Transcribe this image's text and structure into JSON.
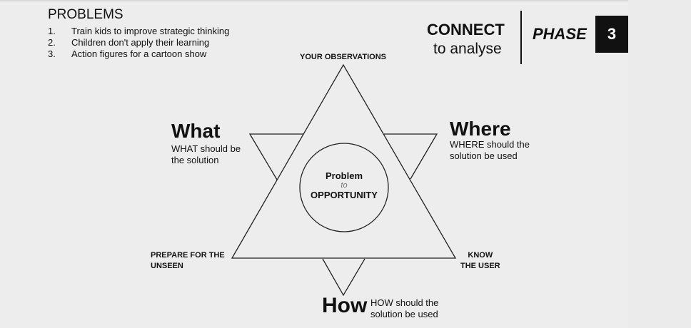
{
  "problems": {
    "title": "PROBLEMS",
    "items": [
      {
        "num": "1.",
        "text": "Train kids to improve strategic thinking"
      },
      {
        "num": "2.",
        "text": "Children don't apply their learning"
      },
      {
        "num": "3.",
        "text": "Action figures  for a cartoon show"
      }
    ]
  },
  "header": {
    "connect": "CONNECT",
    "analyse": "to analyse",
    "phase": "PHASE",
    "phase_number": "3"
  },
  "diagram": {
    "top_label": "YOUR OBSERVATIONS",
    "what": {
      "title": "What",
      "desc1": "WHAT should be",
      "desc2": "the solution"
    },
    "where": {
      "title": "Where",
      "desc1": "WHERE should the",
      "desc2": "solution be used"
    },
    "how": {
      "title": "How",
      "desc1": "HOW should the",
      "desc2": "solution be used"
    },
    "bottom_left": {
      "line1": "PREPARE FOR THE",
      "line2": "UNSEEN"
    },
    "bottom_right": {
      "line1": "KNOW",
      "line2": "THE USER"
    },
    "center": {
      "line1": "Problem",
      "line2": "to",
      "line3": "OPPORTUNITY"
    }
  }
}
